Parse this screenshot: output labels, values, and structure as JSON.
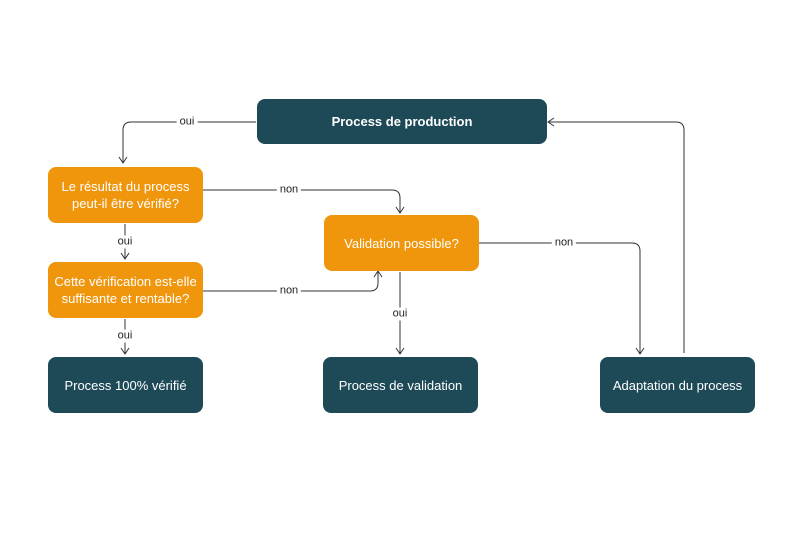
{
  "nodes": {
    "production": "Process de production",
    "q1": "Le résultat du process peut-il être vérifié?",
    "q2": "Cette vérification est-elle suffisante et rentable?",
    "q3": "Validation possible?",
    "verified": "Process 100% vérifié",
    "validation": "Process de validation",
    "adaptation": "Adaptation du process"
  },
  "edges": {
    "prod_to_q1": "oui",
    "q1_to_q3": "non",
    "q1_to_q2": "oui",
    "q2_to_q3": "non",
    "q2_to_verified": "oui",
    "q3_to_validation": "oui",
    "q3_to_adaptation": "non"
  },
  "colors": {
    "dark": "#1e4a58",
    "orange": "#f0960c",
    "line": "#333333"
  }
}
